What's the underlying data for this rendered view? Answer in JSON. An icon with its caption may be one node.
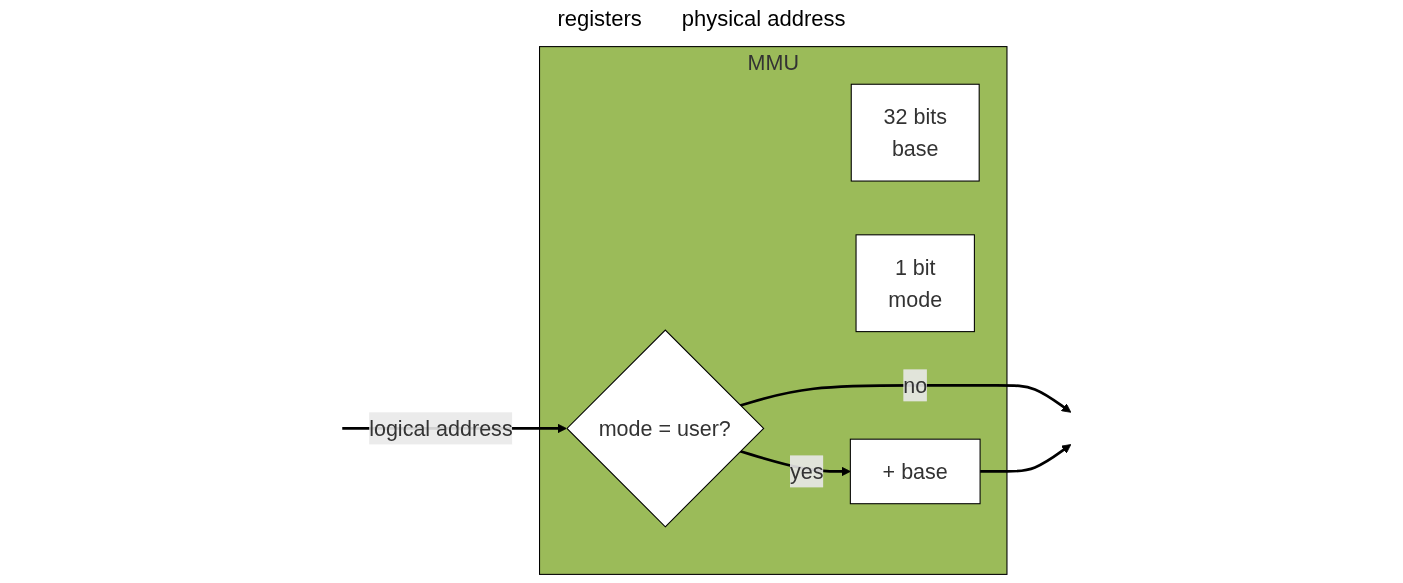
{
  "diagram": {
    "nodes": [
      {
        "text": [
          "MMU"
        ]
      },
      {
        "text": [
          "32 bits",
          "base"
        ],
        "in": 0
      },
      {
        "text": [
          "1 bit",
          "mode"
        ],
        "in": 0
      },
      {
        "text": [
          "mode = user?"
        ],
        "in": 0
      },
      {
        "text": [
          "+ base"
        ],
        "in": 0
      }
    ],
    "edges": [
      {
        "from": null,
        "to": 3,
        "arrow": "to",
        "label": "logical address"
      },
      {
        "from": 3,
        "to": null,
        "arrow": "to",
        "label": "no"
      },
      {
        "from": 3,
        "to": 4,
        "arrow": "to",
        "label": "yes"
      },
      {
        "from": 4,
        "to": null,
        "arrow": "to"
      }
    ],
    "labels": [
      "registers",
      "physical address"
    ]
  }
}
